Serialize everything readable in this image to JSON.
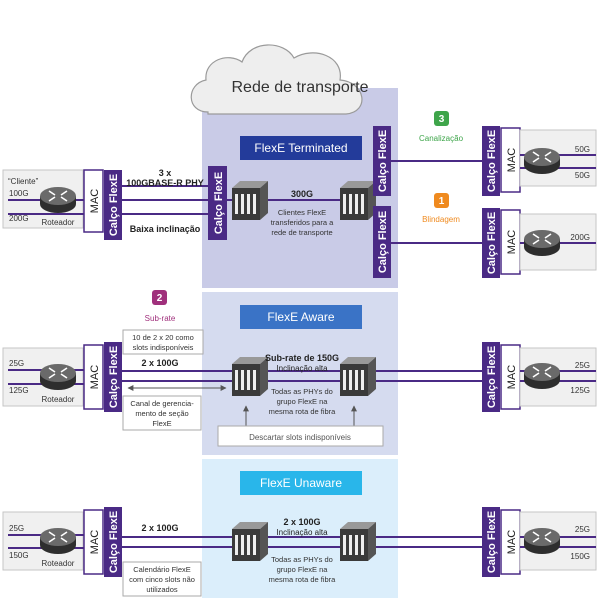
{
  "cloud_title": "Rede de transporte",
  "sections": {
    "terminated": {
      "title": "FlexE Terminated"
    },
    "aware": {
      "title": "FlexE Aware"
    },
    "unaware": {
      "title": "FlexE Unaware"
    }
  },
  "common": {
    "mac": "MAC",
    "shim": "Calço FlexE",
    "router": "Roteador"
  },
  "row1": {
    "client_label": "“Cliente”",
    "left_port_top": "100G",
    "left_port_bottom": "200G",
    "phy_line1": "3 x",
    "phy_line2": "100GBASE-R PHY",
    "low_slope": "Baixa inclinação",
    "center_rate": "300G",
    "center_note": [
      "Clientes FlexE",
      "transferidos para a",
      "rede de transporte"
    ],
    "badge3_num": "3",
    "badge3_label": "Canalização",
    "badge1_num": "1",
    "badge1_label": "Blindagem",
    "right_top_port1": "50G",
    "right_top_port2": "50G",
    "right_bottom_port": "200G"
  },
  "row2": {
    "badge2_num": "2",
    "badge2_label": "Sub-rate",
    "slots_note": [
      "10 de 2 x 20 como",
      "slots indisponíveis"
    ],
    "rate": "2 x 100G",
    "left_port_top": "25G",
    "left_port_bottom": "125G",
    "mgmt_note": [
      "Canal de gerencia-",
      "mento de seção",
      "FlexE"
    ],
    "subrate_line1": "Sub-rate de 150G",
    "subrate_line2": "Inclinação alta",
    "phys_note": [
      "Todas as PHYs do",
      "grupo FlexE na",
      "mesma rota de fibra"
    ],
    "discard": "Descartar slots indisponíveis",
    "right_port_top": "25G",
    "right_port_bottom": "125G"
  },
  "row3": {
    "rate": "2 x 100G",
    "left_port_top": "25G",
    "left_port_bottom": "150G",
    "calendar_note": [
      "Calendário FlexE",
      "com cinco slots não",
      "utilizados"
    ],
    "center_line1": "2 x 100G",
    "center_line2": "Inclinação alta",
    "phys_note": [
      "Todas as PHYs do",
      "grupo FlexE na",
      "mesma rota de fibra"
    ],
    "right_port_top": "25G",
    "right_port_bottom": "150G"
  },
  "colors": {
    "purple": "#4a2a85",
    "navy": "#233b9a",
    "flexe_aware_blue": "#3a73c6",
    "flexe_unaware_blue": "#29b6ea",
    "terminated_bg": "#c9cbe7",
    "aware_bg": "#d5dbef",
    "unaware_bg": "#dbeefb",
    "green": "#3ea54a",
    "orange": "#ef8a1f",
    "magenta": "#a0307c"
  },
  "icons": [
    "cloud-icon",
    "router-icon",
    "switch-icon",
    "arrow-icon"
  ]
}
